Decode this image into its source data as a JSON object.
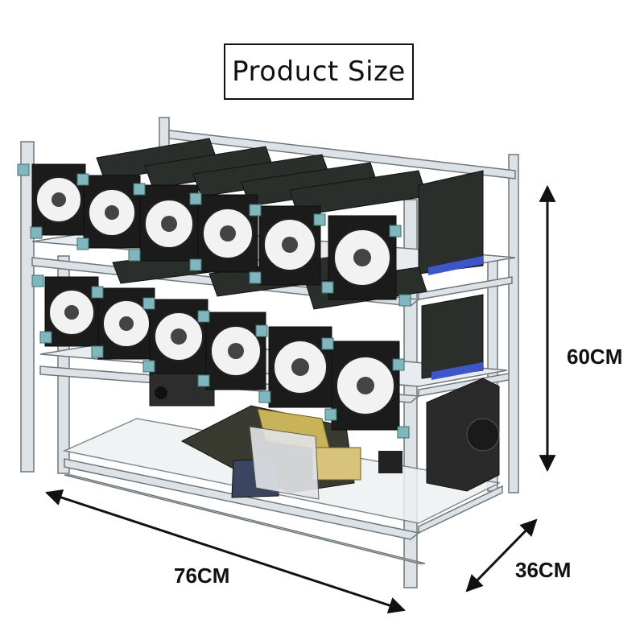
{
  "title": "Product Size",
  "dimensions": {
    "height": "60CM",
    "width": "76CM",
    "depth": "36CM"
  },
  "colors": {
    "frame": "#c9cfd4",
    "fan_bracket": "#7fb7bd",
    "gpu_bracket": "#3d56c9",
    "fan_dark": "#1a1a1a"
  }
}
